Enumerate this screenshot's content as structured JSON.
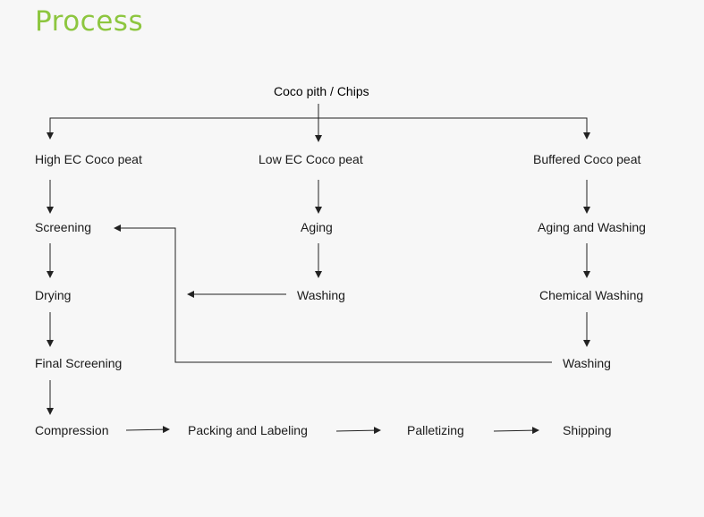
{
  "title": "Process",
  "colors": {
    "title": "#8dc63f",
    "line": "#222222",
    "background": "#f7f7f7"
  },
  "nodes": {
    "source": "Coco pith / Chips",
    "high_ec": "High EC Coco peat",
    "low_ec": "Low EC Coco peat",
    "buffered": "Buffered Coco peat",
    "screening": "Screening",
    "aging": "Aging",
    "aging_washing": "Aging and Washing",
    "drying": "Drying",
    "washing_low": "Washing",
    "chemical_washing": "Chemical Washing",
    "final_screening": "Final Screening",
    "washing_buffered": "Washing",
    "compression": "Compression",
    "packing": "Packing and Labeling",
    "palletizing": "Palletizing",
    "shipping": "Shipping"
  }
}
